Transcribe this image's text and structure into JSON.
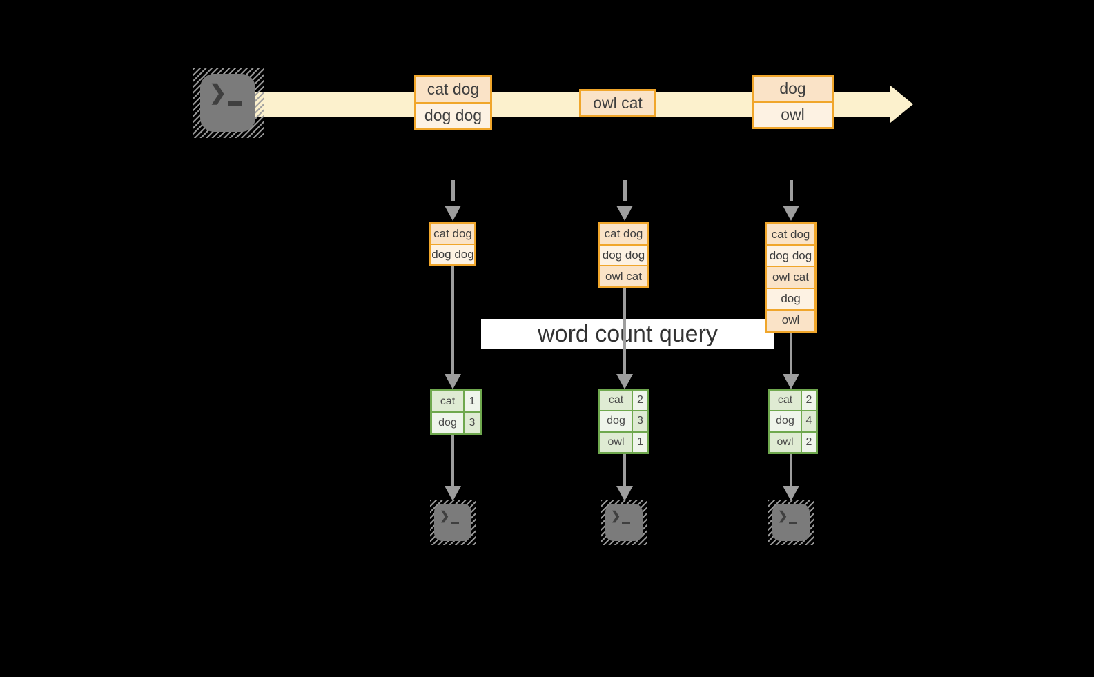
{
  "query": {
    "label": "word count query"
  },
  "icons": {
    "terminal_prompt": "❯"
  },
  "colors": {
    "accent_orange": "#F0A62B",
    "accent_green": "#6FA84E",
    "stream_band": "#FCF1CD",
    "peach_dark": "#FAE3C7",
    "peach_light": "#FDF2E3",
    "green_cell_dark": "#DFEBD3",
    "green_cell_light": "#EFF5EB",
    "arrow_gray": "#9E9E9E"
  },
  "stream": {
    "source_icon": "terminal-icon",
    "batches": [
      {
        "rows": [
          "cat dog",
          "dog dog"
        ]
      },
      {
        "rows": [
          "owl cat"
        ]
      },
      {
        "rows": [
          "dog",
          "owl"
        ]
      }
    ]
  },
  "columns": [
    {
      "input": {
        "rows": [
          "cat dog",
          "dog dog"
        ]
      },
      "result": {
        "rows": [
          [
            "cat",
            "1"
          ],
          [
            "dog",
            "3"
          ]
        ]
      },
      "sink_icon": "terminal-icon"
    },
    {
      "input": {
        "rows": [
          "cat dog",
          "dog dog",
          "owl cat"
        ]
      },
      "result": {
        "rows": [
          [
            "cat",
            "2"
          ],
          [
            "dog",
            "3"
          ],
          [
            "owl",
            "1"
          ]
        ]
      },
      "sink_icon": "terminal-icon"
    },
    {
      "input": {
        "rows": [
          "cat dog",
          "dog dog",
          "owl cat",
          "dog",
          "owl"
        ]
      },
      "result": {
        "rows": [
          [
            "cat",
            "2"
          ],
          [
            "dog",
            "4"
          ],
          [
            "owl",
            "2"
          ]
        ]
      },
      "sink_icon": "terminal-icon"
    }
  ]
}
